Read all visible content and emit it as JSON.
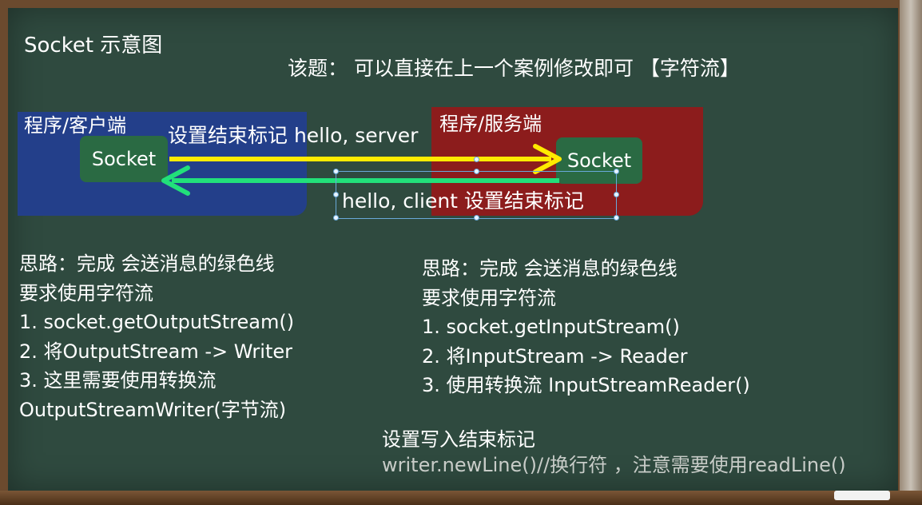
{
  "title": "Socket 示意图",
  "topic": "该题： 可以直接在上一个案例修改即可 【字符流】",
  "client": {
    "label": "程序/客户端",
    "socket_label": "Socket"
  },
  "server": {
    "label": "程序/服务端",
    "socket_label": "Socket"
  },
  "send_label": "设置结束标记 hello, server",
  "reply_label": "hello, client 设置结束标记",
  "colors": {
    "send_arrow": "#ffeb00",
    "reply_arrow": "#22e07a",
    "client_box": "#233f8a",
    "server_box": "#8c1c1c",
    "board": "#2f4a3f"
  },
  "left_notes": [
    "思路：完成 会送消息的绿色线",
    "要求使用字符流",
    "1. socket.getOutputStream()",
    "2. 将OutputStream -> Writer",
    "3. 这里需要使用转换流",
    "OutputStreamWriter(字节流)"
  ],
  "right_notes": [
    "思路：完成 会送消息的绿色线",
    "要求使用字符流",
    "1. socket.getInputStream()",
    "2. 将InputStream -> Reader",
    "3. 使用转换流 InputStreamReader()"
  ],
  "bottom_note_1": "设置写入结束标记",
  "bottom_note_2": "writer.newLine()//换行符 ，注意需要使用readLine()"
}
